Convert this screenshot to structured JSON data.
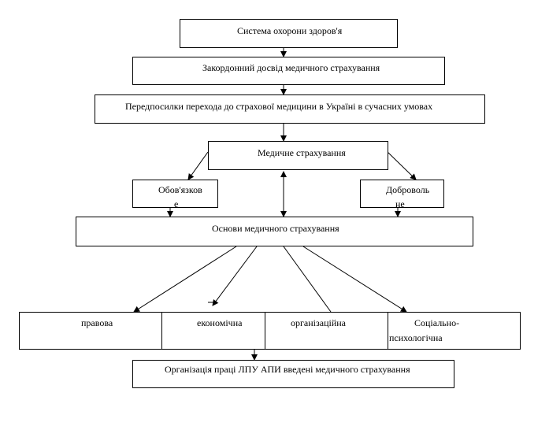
{
  "boxes": {
    "top": "Система охорони здоров'я",
    "foreign": "Закордонний досвід медичного страхування",
    "preconditions": "Передпосилки перехода до страхової медицини в Україні в сучасних умовах",
    "medical": "Медичне страхування",
    "mandatory_line1": "Обов'язков",
    "mandatory_line2": "е",
    "voluntary_line1": "Доброволь",
    "voluntary_line2": "не",
    "basics": "Основи медичного страхування",
    "legal": "правова",
    "economic": "економічна",
    "organizational": "організаційна",
    "social_line1": "Соціально-",
    "social_line2": "психологічна",
    "organization": "Організація праці ЛПУ АПИ введені медичного страхування"
  }
}
